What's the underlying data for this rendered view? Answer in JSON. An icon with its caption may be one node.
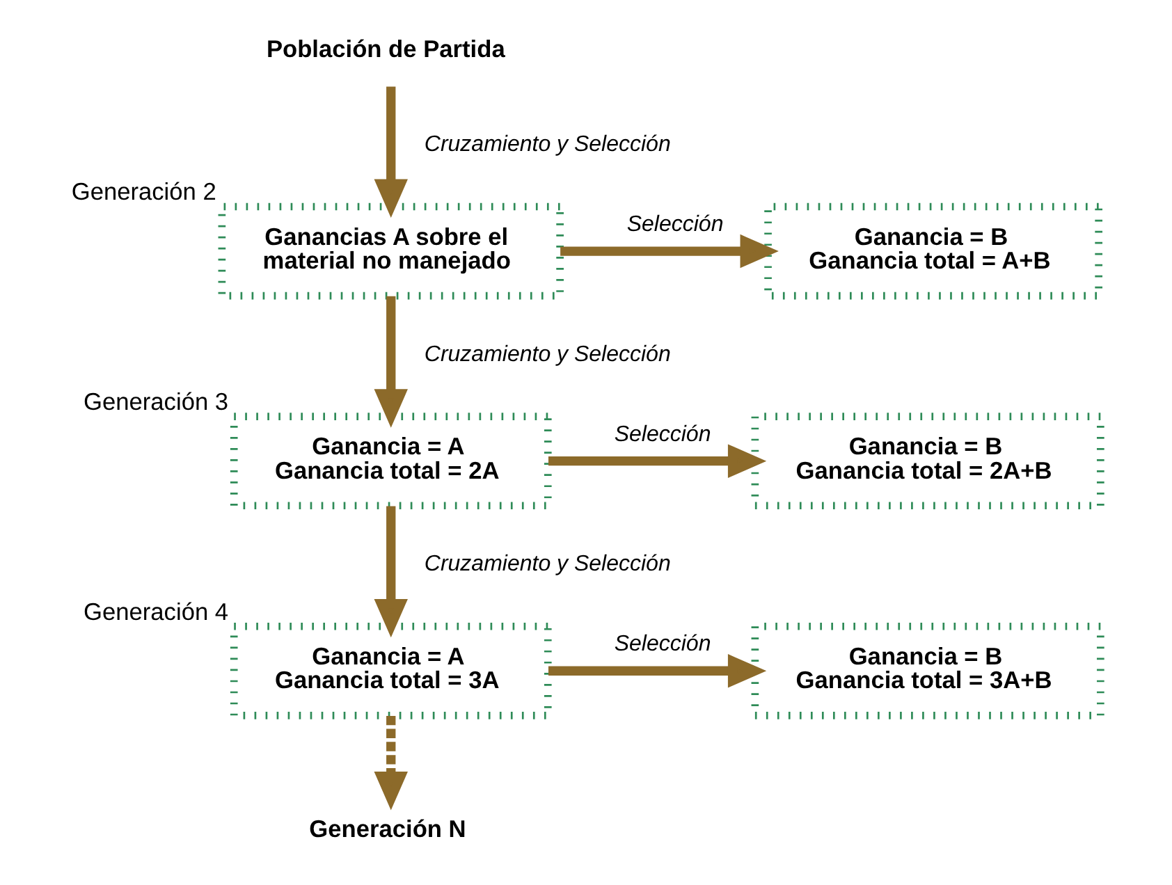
{
  "diagram": {
    "nodes": [
      {
        "text": [
          "Población de Partida"
        ]
      },
      {
        "text": [
          "Ganancias A sobre el material no manejado"
        ],
        "beside": [
          "Generación 2"
        ]
      },
      {
        "text": [
          "Ganancia = B",
          "Ganancia total = A+B"
        ]
      },
      {
        "text": [
          "Ganancia = A",
          "Ganancia total = 2A"
        ],
        "beside": [
          "Generación 3"
        ]
      },
      {
        "text": [
          "Ganancia = B",
          "Ganancia total = 2A+B"
        ]
      },
      {
        "text": [
          "Ganancia = A",
          "Ganancia total = 3A"
        ],
        "beside": [
          "Generación 4"
        ]
      },
      {
        "text": [
          "Ganancia = B",
          "Ganancia total = 3A+B"
        ]
      },
      {
        "text": [
          "Generación N"
        ]
      }
    ],
    "edges": [
      {
        "from": 0,
        "to": 1,
        "arrow": "to",
        "label": "Cruzamiento y Selección"
      },
      {
        "from": 1,
        "to": 2,
        "arrow": "to",
        "label": "Selección"
      },
      {
        "from": 1,
        "to": 3,
        "arrow": "to",
        "label": "Cruzamiento y Selección"
      },
      {
        "from": 3,
        "to": 4,
        "arrow": "to",
        "label": "Selección"
      },
      {
        "from": 3,
        "to": 5,
        "arrow": "to",
        "label": "Cruzamiento y Selección"
      },
      {
        "from": 5,
        "to": 6,
        "arrow": "to",
        "label": "Selección"
      },
      {
        "from": 5,
        "to": 7,
        "arrow": "to",
        "style": "dashed"
      }
    ]
  }
}
